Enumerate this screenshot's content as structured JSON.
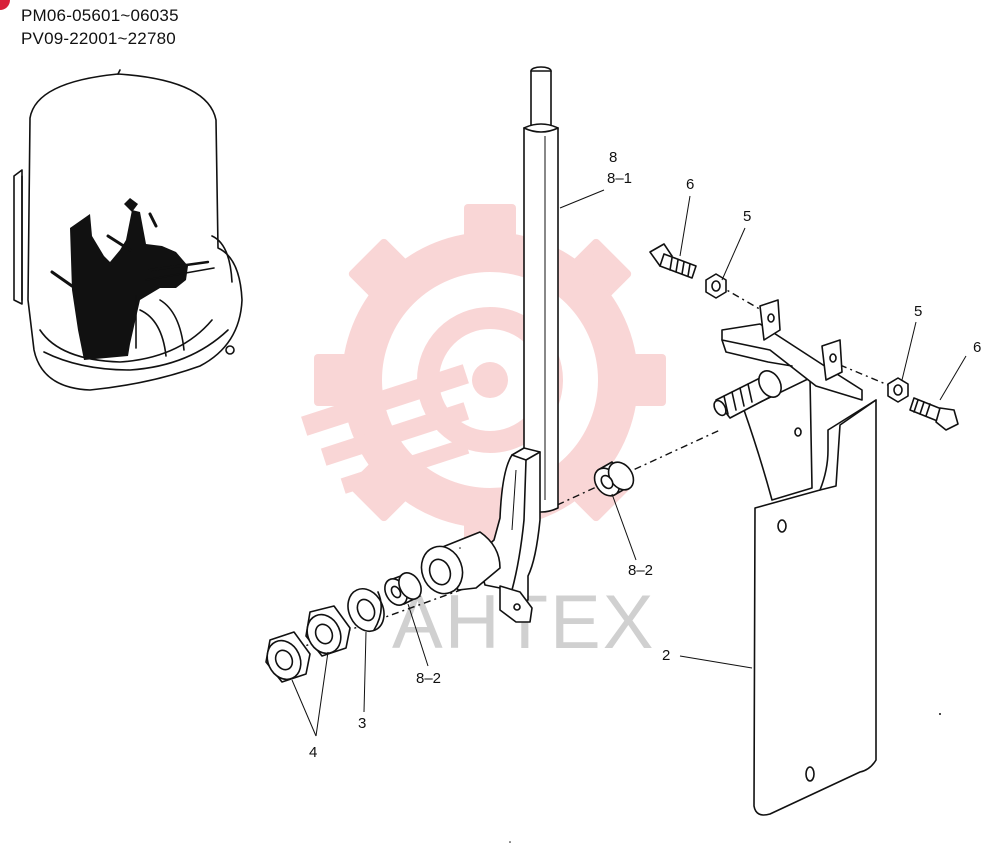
{
  "header": {
    "serial_range_1": "PM06-05601~06035",
    "serial_range_2": "PV09-22001~22780"
  },
  "watermark": {
    "text": "АНТЕХ",
    "color": "#f2a5a5"
  },
  "callouts": {
    "part_8": "8",
    "part_8_1": "8–1",
    "part_6_top": "6",
    "part_5_top": "5",
    "part_5_right": "5",
    "part_6_right": "6",
    "part_8_2_right": "8–2",
    "part_8_2_left": "8–2",
    "part_2": "2",
    "part_3": "3",
    "part_4": "4"
  },
  "colors": {
    "badge": "#d8203a",
    "ink": "#111111"
  }
}
